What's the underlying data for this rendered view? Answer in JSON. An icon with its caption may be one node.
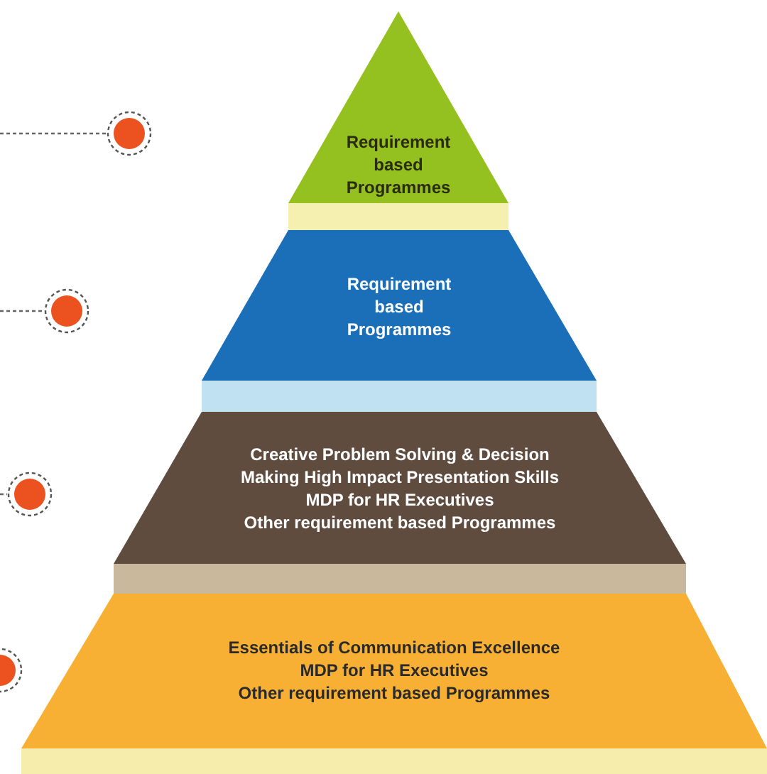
{
  "diagram": {
    "nodes": [
      {
        "text": [
          "Requirement based Programmes"
        ]
      },
      {
        "text": [
          "Requirement based Programmes"
        ]
      },
      {
        "text": [
          "Creative Problem Solving & Decision",
          "Making High Impact Presentation Skills",
          "MDP for HR Executives",
          "Other requirement based Programmes"
        ]
      },
      {
        "text": [
          "Essentials of Communication Excellence",
          "MDP for HR Executives",
          "Other requirement based Programmes"
        ]
      },
      {
        "text": [],
        "shape": "circle"
      },
      {
        "text": [],
        "shape": "circle"
      },
      {
        "text": [],
        "shape": "circle"
      },
      {
        "text": [],
        "shape": "circle"
      }
    ],
    "edges": [
      {
        "from": null,
        "to": 4,
        "arrow": "none",
        "style": "dashed"
      },
      {
        "from": null,
        "to": 5,
        "arrow": "none",
        "style": "dashed"
      },
      {
        "from": null,
        "to": 6,
        "arrow": "none",
        "style": "dashed"
      }
    ]
  }
}
